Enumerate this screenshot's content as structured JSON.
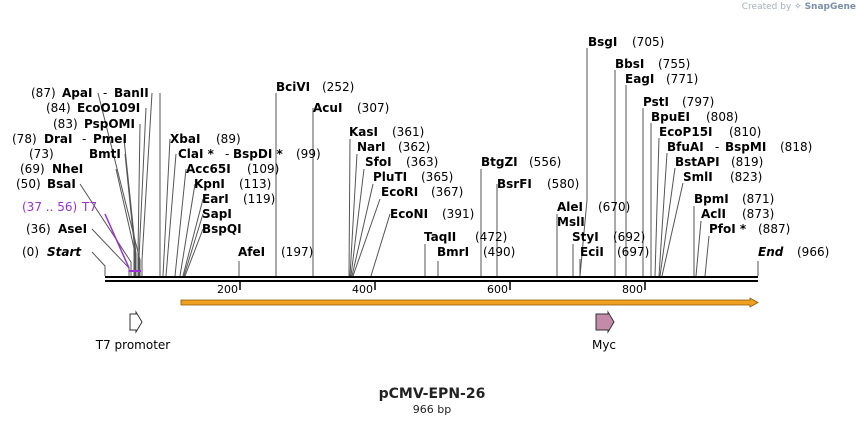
{
  "credit": {
    "prefix": "Created by",
    "brand": "SnapGene"
  },
  "map": {
    "name": "pCMV-EPN-26",
    "length_label": "966 bp",
    "length": 966,
    "backbone_color": "#000000"
  },
  "ticks": [
    "200",
    "400",
    "600",
    "800"
  ],
  "left_sites": [
    {
      "name": "Start",
      "pos": "(0)",
      "italic": true
    },
    {
      "name": "AseI",
      "pos": "(36)"
    },
    {
      "name": "T7",
      "pos": "(37 .. 56)",
      "primer": true
    },
    {
      "name": "BsaI",
      "pos": "(50)"
    },
    {
      "name": "NheI",
      "pos": "(69)"
    },
    {
      "name": "BmtI",
      "pos": "(73)"
    },
    {
      "name": "DraI",
      "pos": "(78)",
      "pair": "PmeI"
    },
    {
      "name": "PspOMI",
      "pos": "(83)"
    },
    {
      "name": "EcoO109I",
      "pos": "(84)"
    },
    {
      "name": "ApaI",
      "pos": "(87)",
      "pair": "BanII"
    }
  ],
  "right_sites": [
    {
      "name": "XbaI",
      "pos": "(89)"
    },
    {
      "name": "ClaI *",
      "pair": "BspDI *",
      "pos": "(99)"
    },
    {
      "name": "Acc65I",
      "pos": "(109)"
    },
    {
      "name": "KpnI",
      "pos": "(113)"
    },
    {
      "name": "EarI",
      "pos": "(119)"
    },
    {
      "name": "SapI",
      "pos": ""
    },
    {
      "name": "BspQI",
      "pos": ""
    },
    {
      "name": "AfeI",
      "pos": "(197)"
    },
    {
      "name": "BciVI",
      "pos": "(252)"
    },
    {
      "name": "AcuI",
      "pos": "(307)"
    },
    {
      "name": "KasI",
      "pos": "(361)"
    },
    {
      "name": "NarI",
      "pos": "(362)"
    },
    {
      "name": "SfoI",
      "pos": "(363)"
    },
    {
      "name": "PluTI",
      "pos": "(365)"
    },
    {
      "name": "EcoRI",
      "pos": "(367)"
    },
    {
      "name": "EcoNI",
      "pos": "(391)"
    },
    {
      "name": "TaqII",
      "pos": "(472)"
    },
    {
      "name": "BmrI",
      "pos": "(490)"
    },
    {
      "name": "BtgZI",
      "pos": "(556)"
    },
    {
      "name": "BsrFI",
      "pos": "(580)"
    },
    {
      "name": "AleI",
      "pos": "(670)"
    },
    {
      "name": "MslI",
      "pos": ""
    },
    {
      "name": "StyI",
      "pos": "(692)"
    },
    {
      "name": "EciI",
      "pos": "(697)"
    },
    {
      "name": "BsgI",
      "pos": "(705)"
    },
    {
      "name": "BbsI",
      "pos": "(755)"
    },
    {
      "name": "EagI",
      "pos": "(771)"
    },
    {
      "name": "PstI",
      "pos": "(797)"
    },
    {
      "name": "BpuEI",
      "pos": "(808)"
    },
    {
      "name": "EcoP15I",
      "pos": "(810)"
    },
    {
      "name": "BfuAI",
      "pair": "BspMI",
      "pos": "(818)"
    },
    {
      "name": "BstAPI",
      "pos": "(819)"
    },
    {
      "name": "SmlI",
      "pos": "(823)"
    },
    {
      "name": "BpmI",
      "pos": "(871)"
    },
    {
      "name": "AclI",
      "pos": "(873)"
    },
    {
      "name": "PfoI *",
      "pos": "(887)"
    },
    {
      "name": "End",
      "pos": "(966)",
      "italic": true
    }
  ],
  "features": [
    {
      "name": "T7 promoter",
      "color": "#ffffff"
    },
    {
      "name": "Myc",
      "color": "#c48ba9"
    }
  ],
  "orf_color": "#f0a020",
  "primer_color": "#9b30d9"
}
